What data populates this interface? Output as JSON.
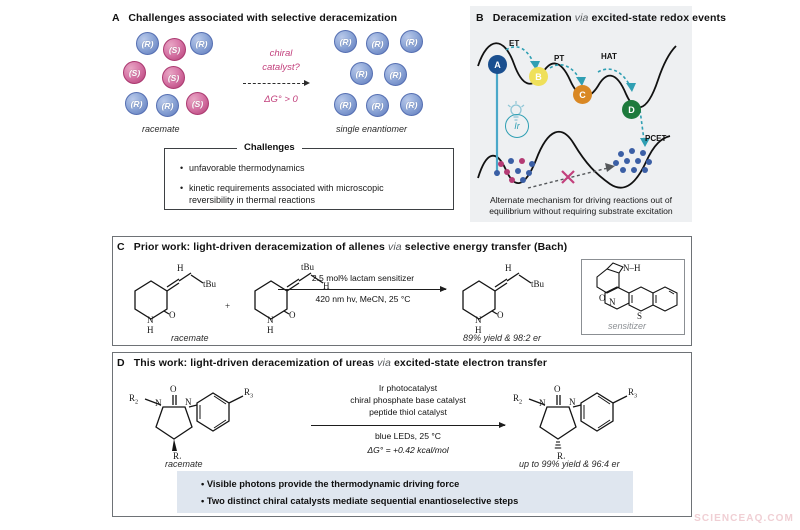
{
  "figure": {
    "watermark": "SCIENCEAQ.COM"
  },
  "panelA": {
    "letter": "A",
    "title": "Challenges associated with selective deracemization",
    "left_label": "racemate",
    "right_label": "single enantiomer",
    "reaction_top": "chiral",
    "reaction_top2": "catalyst?",
    "reaction_bottom": "ΔG° > 0",
    "left_spheres": [
      {
        "tag": "(R)",
        "type": "r"
      },
      {
        "tag": "(S)",
        "type": "s"
      },
      {
        "tag": "(R)",
        "type": "r"
      },
      {
        "tag": "(S)",
        "type": "s"
      },
      {
        "tag": "(S)",
        "type": "s"
      },
      {
        "tag": "(R)",
        "type": "r"
      },
      {
        "tag": "(R)",
        "type": "r"
      },
      {
        "tag": "(S)",
        "type": "s"
      }
    ],
    "right_spheres": [
      {
        "tag": "(R)",
        "type": "r"
      },
      {
        "tag": "(R)",
        "type": "r"
      },
      {
        "tag": "(R)",
        "type": "r"
      },
      {
        "tag": "(R)",
        "type": "r"
      },
      {
        "tag": "(R)",
        "type": "r"
      },
      {
        "tag": "(R)",
        "type": "r"
      },
      {
        "tag": "(R)",
        "type": "r"
      },
      {
        "tag": "(R)",
        "type": "r"
      }
    ],
    "challenges_title": "Challenges",
    "challenges": [
      "unfavorable thermodynamics",
      "kinetic requirements associated with microscopic",
      "reversibility in thermal reactions"
    ]
  },
  "panelB": {
    "letter": "B",
    "title_main": "Deracemization",
    "title_via": "via",
    "title_rest": "excited-state redox events",
    "nodes": [
      {
        "id": "A",
        "label": "A"
      },
      {
        "id": "B",
        "label": "B"
      },
      {
        "id": "C",
        "label": "C"
      },
      {
        "id": "D",
        "label": "D"
      }
    ],
    "steps": [
      "ET",
      "PT",
      "HAT"
    ],
    "pcet_label": "PCET",
    "catalyst_label": "Ir",
    "caption_line1": "Alternate mechanism for driving reactions out of",
    "caption_line2": "equilibrium without requiring substrate excitation"
  },
  "panelC": {
    "letter": "C",
    "title_a": "Prior work: light-driven deracemization of allenes",
    "title_via": "via",
    "title_b": "selective energy transfer (Bach)",
    "substrate_label": "racemate",
    "plus": "+",
    "cond_top": "2.5 mol% lactam sensitizer",
    "cond_bottom": "420 nm hv, MeCN, 25 °C",
    "product_label": "89% yield & 98:2 er",
    "sensitizer_label": "sensitizer",
    "atoms": {
      "tBu": "tBu",
      "H": "H",
      "N": "N",
      "O": "O",
      "S": "S",
      "NH": "N–H"
    }
  },
  "panelD": {
    "letter": "D",
    "title_a": "This work: light-driven deracemization of ureas",
    "title_via": "via",
    "title_b": "excited-state electron transfer",
    "substrate_label": "racemate",
    "cond_top": [
      "Ir photocatalyst",
      "chiral phosphate base catalyst",
      "peptide thiol catalyst"
    ],
    "cond_bottom": "blue LEDs, 25 °C",
    "cond_dg": "ΔG° = +0.42 kcal/mol",
    "product_label": "up to 99% yield & 96:4 er",
    "findings": [
      "Visible photons provide the thermodynamic driving force",
      "Two distinct chiral catalysts mediate sequential enantioselective steps"
    ],
    "atoms": {
      "R1": "R",
      "R1s": "1",
      "R2": "R",
      "R2s": "2",
      "R3": "R",
      "R3s": "3",
      "N": "N",
      "O": "O"
    }
  },
  "colors": {
    "accent_pink": "#c2407c",
    "node_a": "#1a4f8f",
    "node_b": "#efe05a",
    "node_c": "#d98824",
    "node_d": "#1d7a3c",
    "sphere_r": "#5d78bb",
    "sphere_s": "#b43b74",
    "tint": "#eef0f2",
    "finding_bg": "#dfe6ef",
    "ir_teal": "#2f9fb3"
  }
}
